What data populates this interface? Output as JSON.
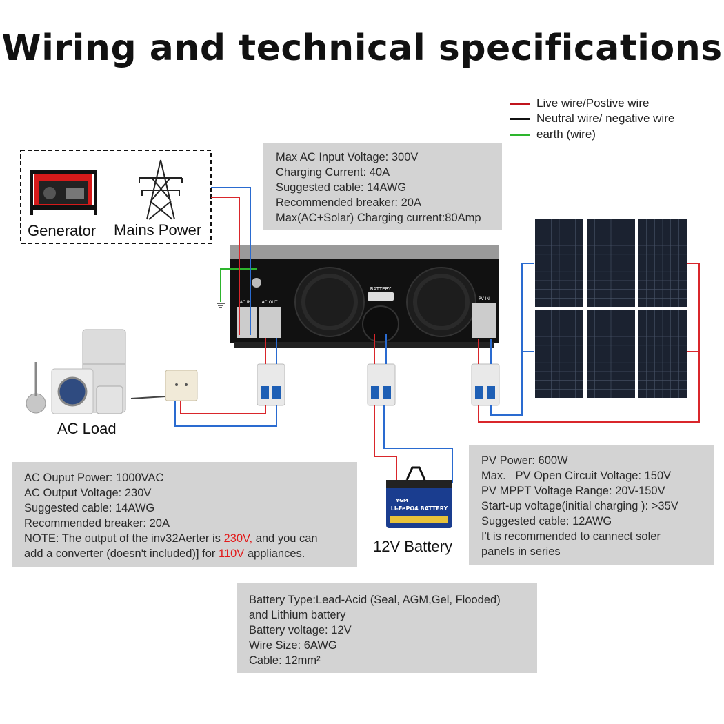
{
  "title": "Wiring and technical specifications",
  "legend": [
    {
      "label": "Live wire/Postive wire",
      "color": "#c0141c"
    },
    {
      "label": "Neutral wire/ negative wire",
      "color": "#111111"
    },
    {
      "label": "earth (wire)",
      "color": "#2db52d"
    }
  ],
  "sources": {
    "generator": "Generator",
    "mains": "Mains Power"
  },
  "labels": {
    "ac_load": "AC Load",
    "battery": "12V Battery",
    "inverter_battery": "BATTERY",
    "inverter_ac_in": "AC IN",
    "inverter_ac_out": "AC OUT",
    "inverter_pv_in": "PV IN",
    "battery_brand": "YGM",
    "battery_text": "Li-FePO4 BATTERY"
  },
  "ac_input_spec": [
    "Max AC Input Voltage: 300V",
    "Charging Current: 40A",
    "Suggested cable: 14AWG",
    "Recommended breaker: 20A",
    "Max(AC+Solar) Charging current:80Amp"
  ],
  "ac_output_spec": {
    "lines": [
      "AC Ouput Power: 1000VAC",
      "AC Output Voltage: 230V",
      "Suggested cable: 14AWG",
      "Recommended breaker: 20A"
    ],
    "note_a": "NOTE: The output of the inv32Aerter is ",
    "note_v1": "230V,",
    "note_b": " and you can",
    "note_c": "add a converter (doesn't included)] for ",
    "note_v2": "110V",
    "note_d": " appliances."
  },
  "pv_spec": [
    "PV Power: 600W",
    "Max.   PV Open Circuit Voltage: 150V",
    "PV MPPT Voltage Range: 20V-150V",
    "Start-up voltage(initial charging ): >35V",
    "Suggested cable: 12AWG",
    "I't is recommended to cannect soler",
    "panels in series"
  ],
  "battery_spec": [
    "Battery Type:Lead-Acid (Seal, AGM,Gel, Flooded)",
    "and Lithium battery",
    "Battery voltage: 12V",
    "Wire Size: 6AWG",
    "Cable: 12mm²"
  ]
}
